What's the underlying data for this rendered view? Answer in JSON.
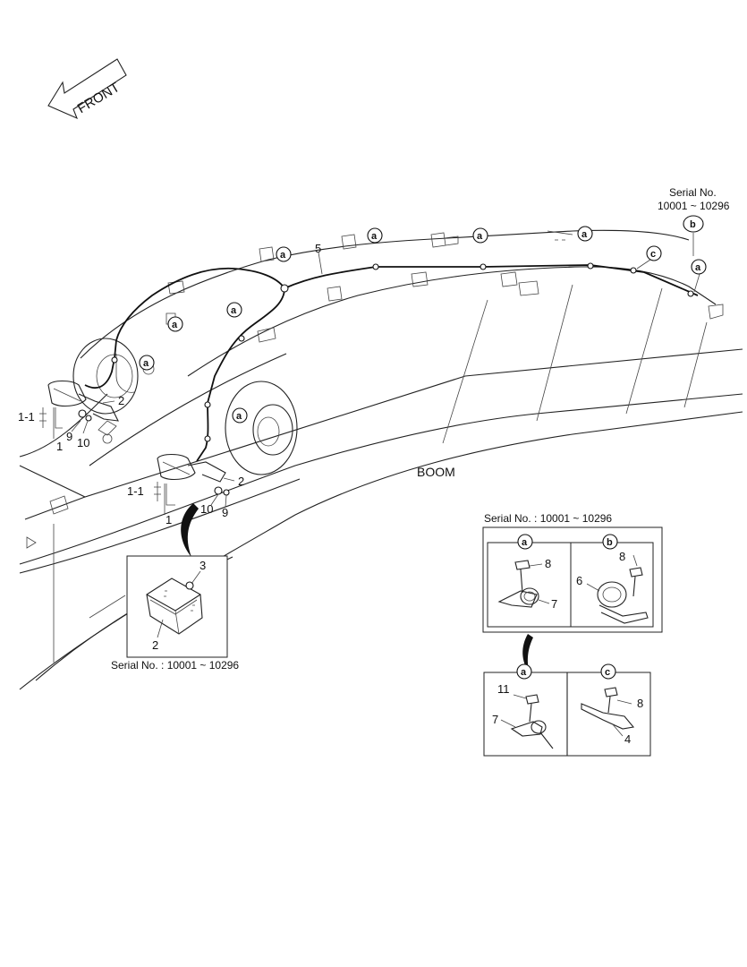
{
  "front_label": "FRONT",
  "boom_label": "BOOM",
  "serial_top": {
    "line1": "Serial No.",
    "line2": "10001 ~ 10296"
  },
  "serial_lamp_case": "Serial No. : 10001 ~ 10296",
  "serial_clamp_box": "Serial No. : 10001 ~ 10296",
  "circle_letters": {
    "a": "a",
    "b": "b",
    "c": "c"
  },
  "part_numbers": {
    "p1": "1",
    "p1_1": "1-1",
    "p2": "2",
    "p3": "3",
    "p4": "4",
    "p5": "5",
    "p6": "6",
    "p7": "7",
    "p8": "8",
    "p9": "9",
    "p10": "10",
    "p11": "11"
  }
}
